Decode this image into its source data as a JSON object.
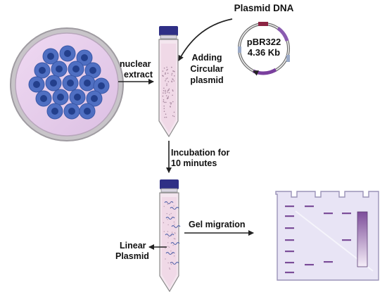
{
  "labels": {
    "plasmid_dna": "Plasmid DNA",
    "plasmid_name": "pBR322",
    "plasmid_size": "4.36 Kb",
    "nuclear_extract_1": "nuclear",
    "nuclear_extract_2": "extract",
    "adding_1": "Adding",
    "adding_2": "Circular",
    "adding_3": "plasmid",
    "incubation_1": "Incubation for",
    "incubation_2": "10 minutes",
    "gel_migration": "Gel migration",
    "linear_1": "Linear",
    "linear_2": "Plasmid"
  },
  "colors": {
    "dish_fill": "#e6ccec",
    "dish_rim": "#a7a3a8",
    "cell_outer": "#4f6fc2",
    "cell_inner": "#233f8c",
    "tube_cap": "#2f2f86",
    "tube_body": "#f1e0ec",
    "tube_outline": "#8a8a8a",
    "plasmid_ring": "#7a4fa0",
    "gel_fill": "#e8e4f5",
    "gel_band": "#7b4d99",
    "arrow": "#222222"
  }
}
